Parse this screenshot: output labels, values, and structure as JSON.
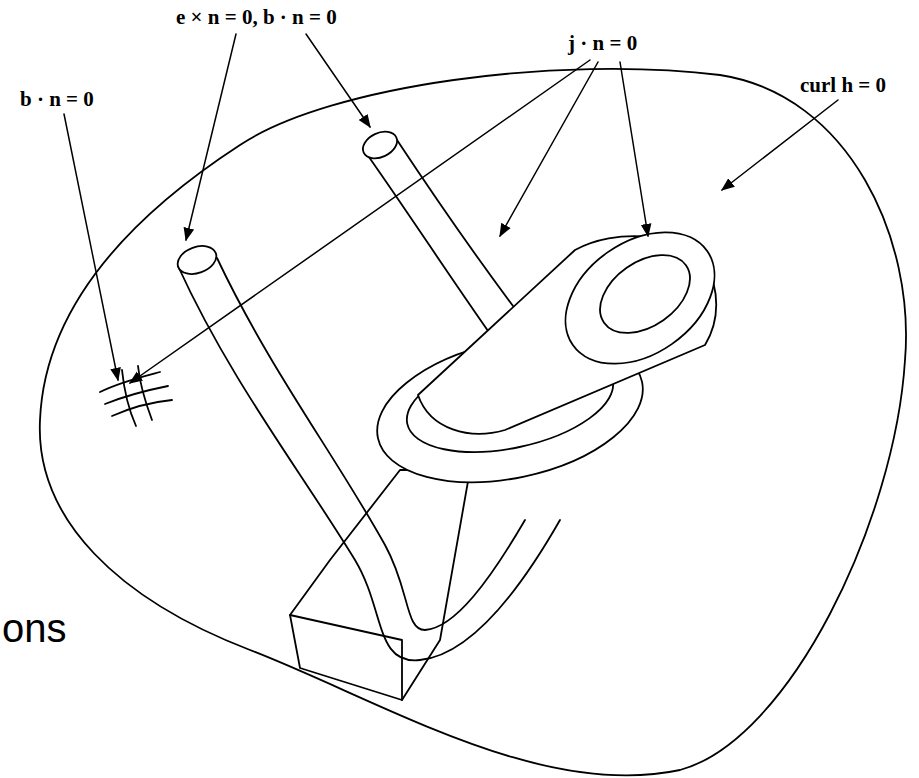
{
  "diagram": {
    "labels": [
      "e × n = 0, b · n = 0",
      "j · n = 0",
      "curl h = 0",
      "b · n = 0",
      "ons"
    ]
  }
}
